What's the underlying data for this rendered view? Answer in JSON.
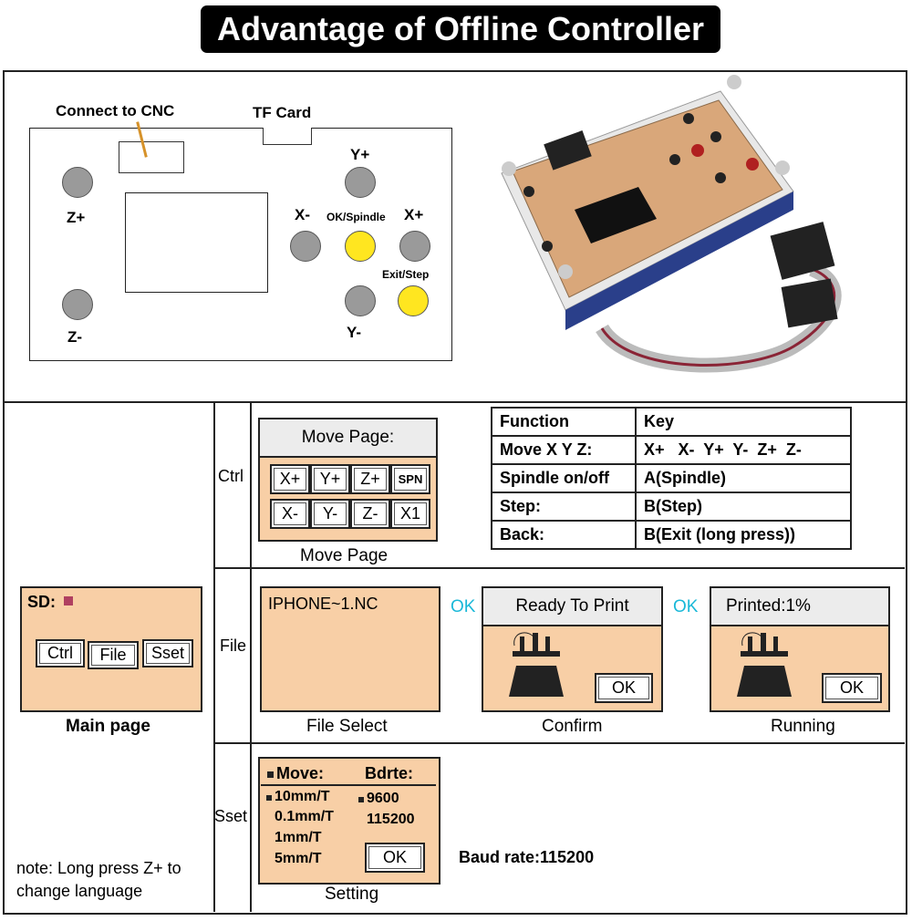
{
  "title": "Advantage of Offline Controller",
  "board": {
    "connect_label": "Connect to CNC",
    "tf_label": "TF Card",
    "z_plus": "Z+",
    "z_minus": "Z-",
    "y_plus": "Y+",
    "y_minus": "Y-",
    "x_minus": "X-",
    "x_plus": "X+",
    "ok_spindle": "OK/Spindle",
    "exit_step": "Exit/Step"
  },
  "colors": {
    "lcd": "#f8cfa6",
    "yellow_button": "#ffe620",
    "gray_button": "#9a9a9a",
    "ok_text": "#1ab8d8"
  },
  "main_page": {
    "sd_label": "SD:",
    "buttons": [
      "Ctrl",
      "File",
      "Sset"
    ],
    "caption": "Main page",
    "note_line1": "note: Long press Z+ to",
    "note_line2": "change language"
  },
  "rows": {
    "ctrl": "Ctrl",
    "file": "File",
    "sset": "Sset"
  },
  "move_page": {
    "header": "Move Page:",
    "keys_row1": [
      "X+",
      "Y+",
      "Z+",
      "SPN"
    ],
    "keys_row2": [
      "X-",
      "Y-",
      "Z-",
      "X1"
    ],
    "caption": "Move Page"
  },
  "key_table": {
    "headers": [
      "Function",
      "Key"
    ],
    "rows": [
      [
        "Move X Y Z:",
        "X+   X-  Y+  Y-  Z+  Z-"
      ],
      [
        "Spindle on/off",
        "A(Spindle)"
      ],
      [
        "Step:",
        "B(Step)"
      ],
      [
        "Back:",
        "B(Exit (long press))"
      ]
    ]
  },
  "file_select": {
    "filename": "IPHONE~1.NC",
    "caption": "File Select"
  },
  "ok_arrow_1": "OK",
  "ok_arrow_2": "OK",
  "confirm": {
    "header": "Ready To Print",
    "ok": "OK",
    "caption": "Confirm"
  },
  "running": {
    "header": "Printed:1%",
    "ok": "OK",
    "caption": "Running"
  },
  "setting": {
    "move_label": "Move:",
    "bdrte_label": "Bdrte:",
    "move_options": [
      "10mm/T",
      "0.1mm/T",
      "1mm/T",
      "5mm/T"
    ],
    "baud_options": [
      "9600",
      "115200"
    ],
    "ok": "OK",
    "caption": "Setting"
  },
  "baud_rate": "Baud rate:115200"
}
